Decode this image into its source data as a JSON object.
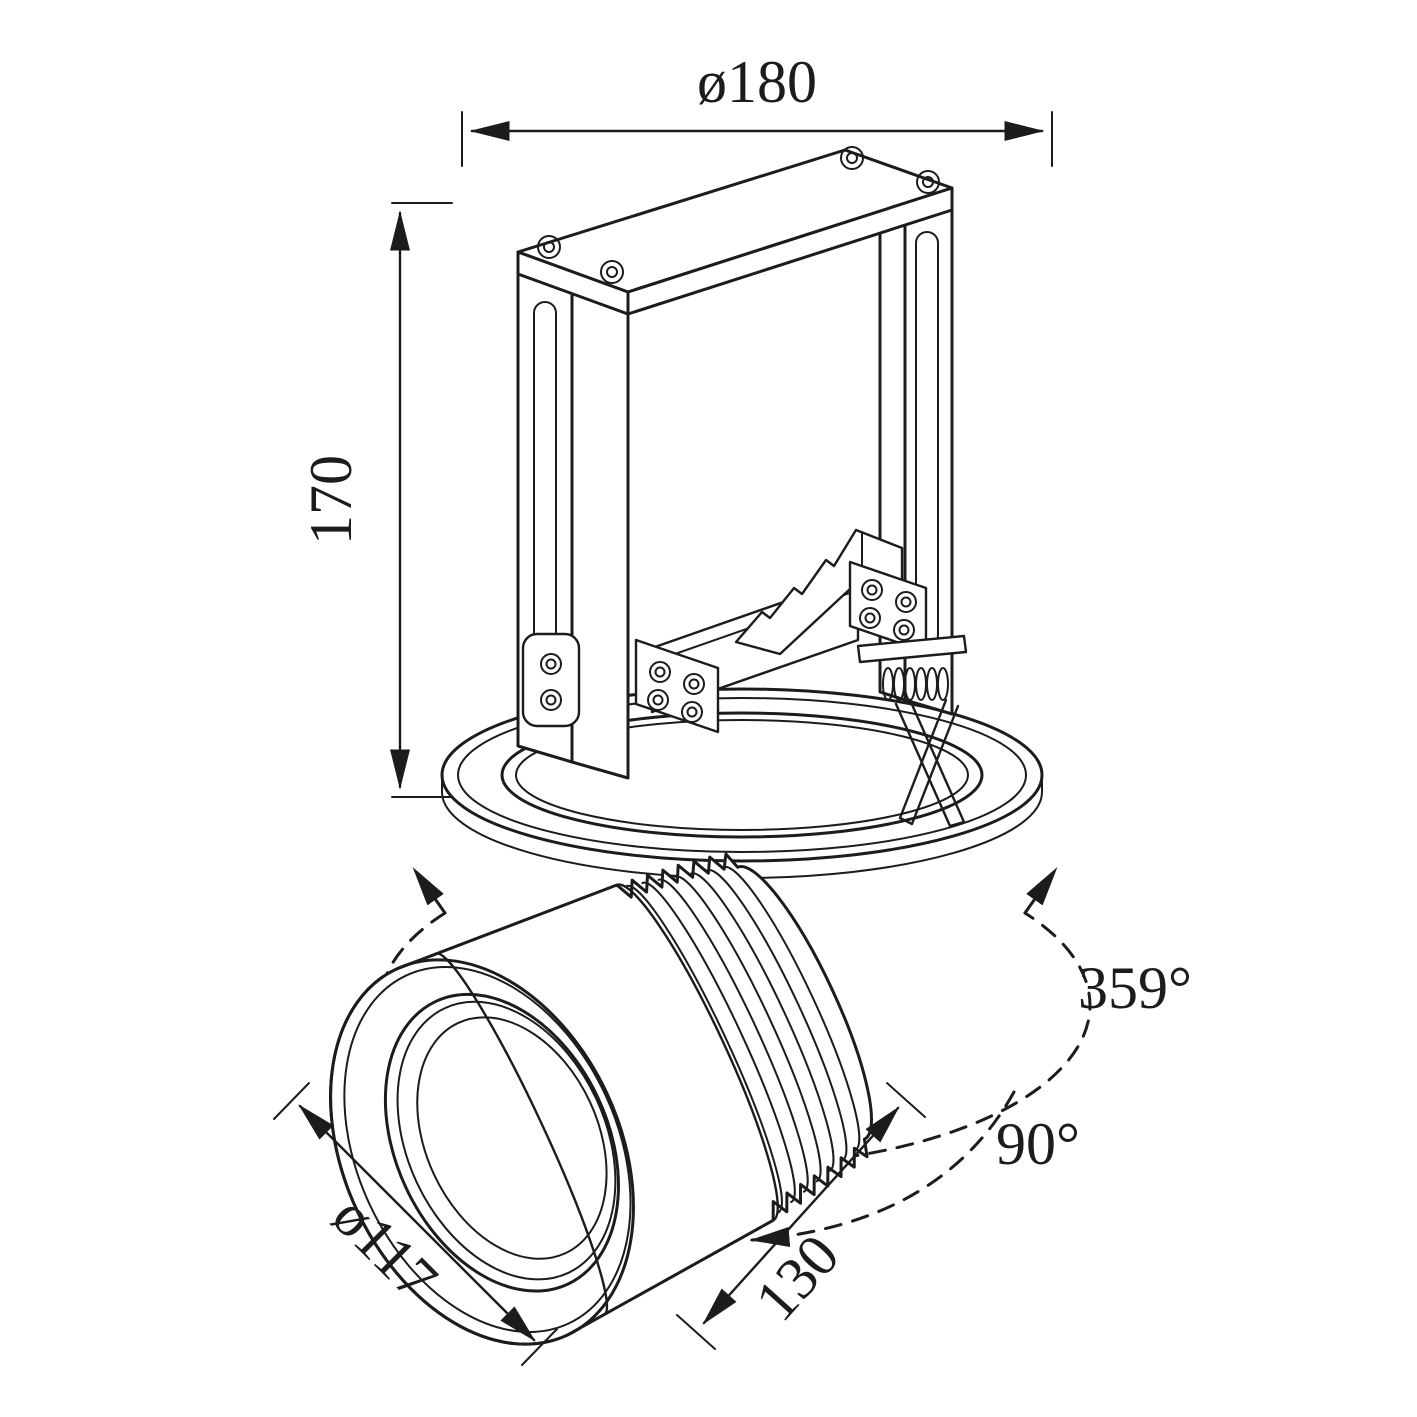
{
  "colors": {
    "line": "#1c1c1c",
    "background": "#ffffff"
  },
  "drawing": {
    "type": "technical-dimension-drawing",
    "subject": "recessed adjustable spotlight luminaire",
    "dimensions": {
      "overall_diameter": "ø180",
      "height": "170",
      "lens_diameter": "ø117",
      "body_length": "130",
      "rotation_angle": "359°",
      "tilt_angle": "90°"
    }
  }
}
